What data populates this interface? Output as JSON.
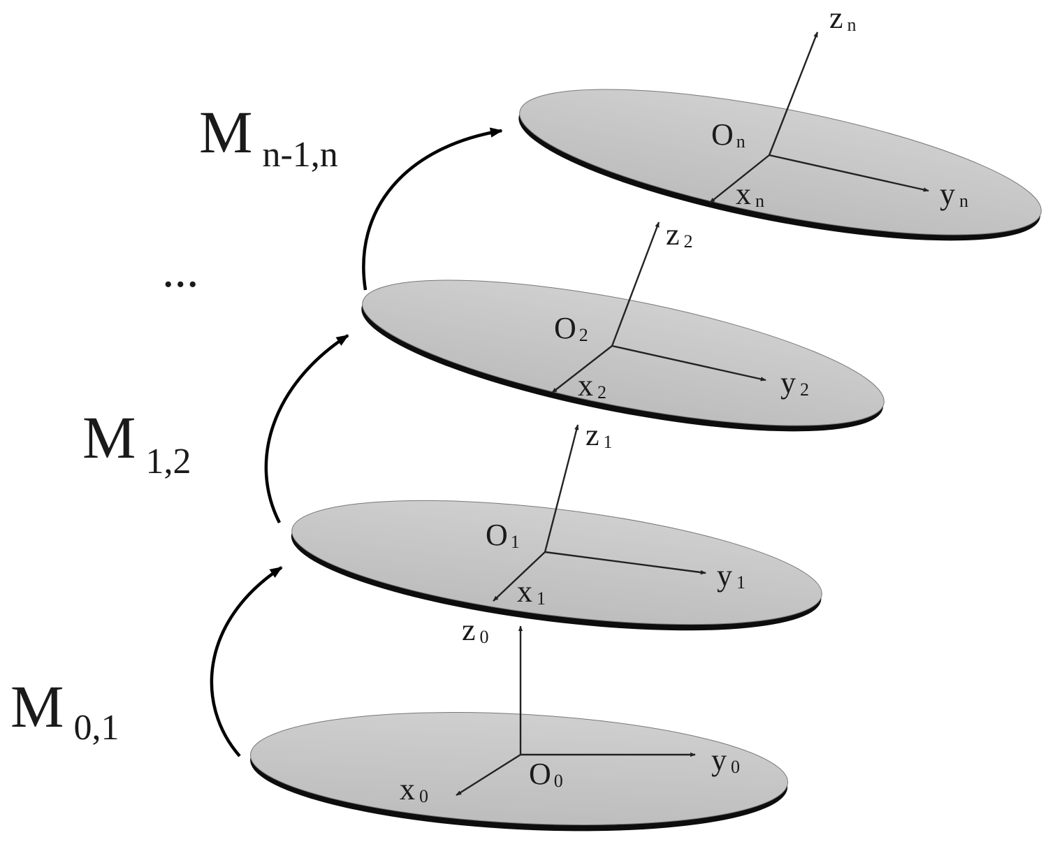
{
  "frames": [
    {
      "id": "0",
      "origin": {
        "main": "O",
        "sub": "0"
      },
      "x_axis": {
        "main": "x",
        "sub": "0"
      },
      "y_axis": {
        "main": "y",
        "sub": "0"
      },
      "z_axis": {
        "main": "z",
        "sub": "0"
      }
    },
    {
      "id": "1",
      "origin": {
        "main": "O",
        "sub": "1"
      },
      "x_axis": {
        "main": "x",
        "sub": "1"
      },
      "y_axis": {
        "main": "y",
        "sub": "1"
      },
      "z_axis": {
        "main": "z",
        "sub": "1"
      }
    },
    {
      "id": "2",
      "origin": {
        "main": "O",
        "sub": "2"
      },
      "x_axis": {
        "main": "x",
        "sub": "2"
      },
      "y_axis": {
        "main": "y",
        "sub": "2"
      },
      "z_axis": {
        "main": "z",
        "sub": "2"
      }
    },
    {
      "id": "n",
      "origin": {
        "main": "O",
        "sub": "n"
      },
      "x_axis": {
        "main": "x",
        "sub": "n"
      },
      "y_axis": {
        "main": "y",
        "sub": "n"
      },
      "z_axis": {
        "main": "z",
        "sub": "n"
      }
    }
  ],
  "transforms": [
    {
      "main": "M",
      "sub": "0,1"
    },
    {
      "main": "M",
      "sub": "1,2"
    },
    {
      "main": "M",
      "sub": "n-1,n"
    }
  ],
  "ellipsis": "...",
  "colors": {
    "disc_fill": "#c4c4c4",
    "disc_edge": "#111111",
    "lines": "#222222"
  }
}
